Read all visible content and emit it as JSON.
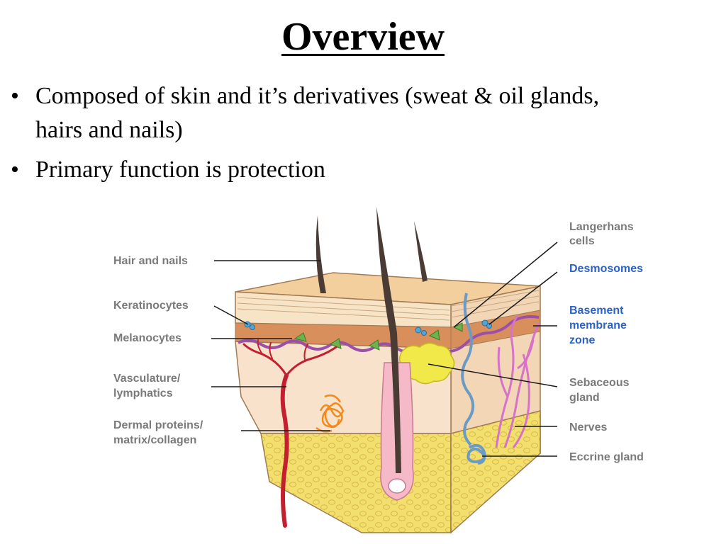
{
  "slide": {
    "title": "Overview",
    "bullets": [
      "Composed of skin and it’s derivatives (sweat & oil glands, hairs and nails)",
      "Primary function is protection"
    ]
  },
  "diagram": {
    "labels_left": {
      "hair_and_nails": "Hair and nails",
      "keratinocytes": "Keratinocytes",
      "melanocytes": "Melanocytes",
      "vasculature_1": "Vasculature/",
      "vasculature_2": "lymphatics",
      "dermal_1": "Dermal proteins/",
      "dermal_2": "matrix/collagen"
    },
    "labels_right": {
      "langerhans_1": "Langerhans",
      "langerhans_2": "cells",
      "desmosomes": "Desmosomes",
      "basement_1": "Basement",
      "basement_2": "membrane",
      "basement_3": "zone",
      "sebaceous_1": "Sebaceous",
      "sebaceous_2": "gland",
      "nerves": "Nerves",
      "eccrine": "Eccrine gland"
    },
    "colors": {
      "label_gray": "#7a7a7a",
      "label_blue": "#2a62c8",
      "skin_surface": "#f3cf9e",
      "epidermis": "#f7e4c7",
      "basal_layer": "#d98f5c",
      "dermis": "#f8e2cc",
      "fat": "#f3df6e",
      "membrane": "#9b4fa8",
      "vessel": "#c41f2f",
      "hair": "#4a3b34",
      "nerves": "#d673c8",
      "eccrine": "#6b9ac4",
      "sebaceous": "#f1e94a",
      "collagen": "#f08a1c"
    }
  }
}
